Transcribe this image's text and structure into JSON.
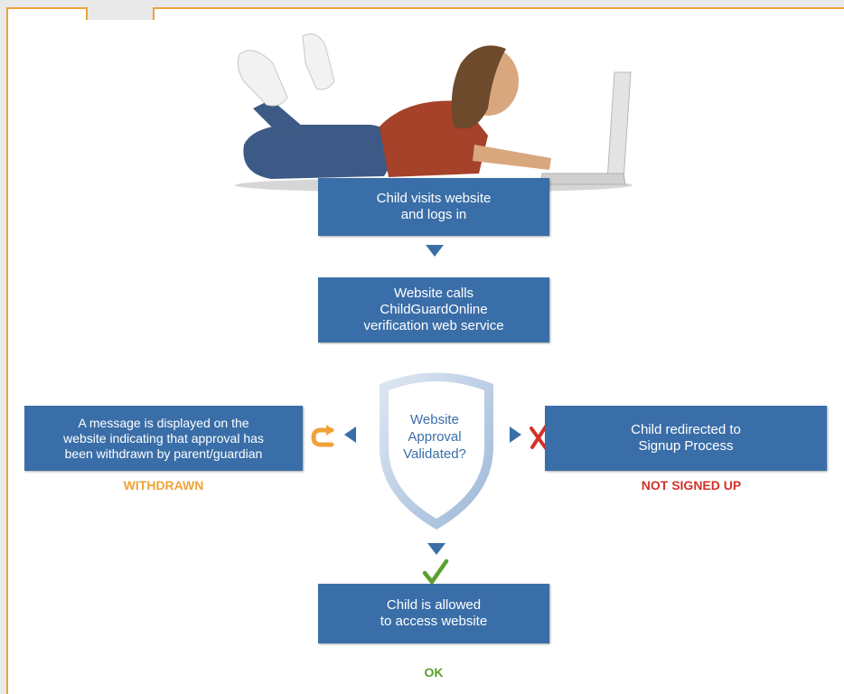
{
  "steps": {
    "visit": "Child visits website\nand logs in",
    "calls": "Website calls\nChildGuardOnline\nverification web service",
    "decision": "Website\nApproval\nValidated?",
    "withdrawn_msg": "A message is displayed on the\nwebsite indicating that approval has\nbeen withdrawn by parent/guardian",
    "signup": "Child redirected to\nSignup Process",
    "allowed": "Child is allowed\nto access website"
  },
  "labels": {
    "withdrawn": "WITHDRAWN",
    "not_signed_up": "NOT SIGNED UP",
    "ok": "OK"
  },
  "colors": {
    "box": "#3a6ea8",
    "withdrawn": "#f0a23a",
    "not_signed_up": "#d2312b",
    "ok": "#5aa02c"
  },
  "icons": {
    "withdrawn": "u-turn-arrow-icon",
    "not_signed_up": "red-x-icon",
    "ok": "green-check-icon"
  }
}
